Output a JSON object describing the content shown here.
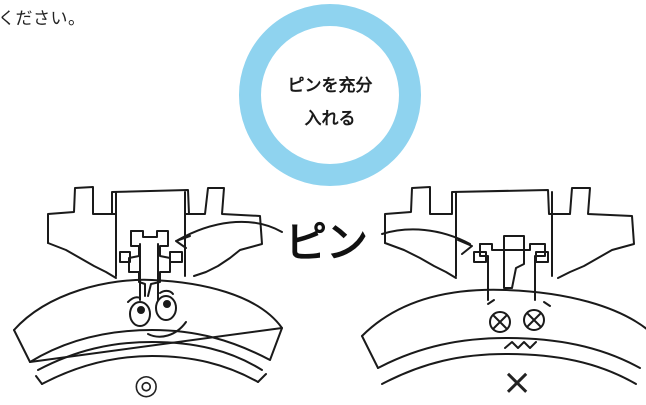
{
  "intro_text": "ください。",
  "badge": {
    "line1": "ピンを充分",
    "line2": "入れる",
    "ring_color": "#8fd3ef"
  },
  "pin_label": "ピン",
  "verdicts": {
    "good": "◎",
    "bad": "×"
  }
}
